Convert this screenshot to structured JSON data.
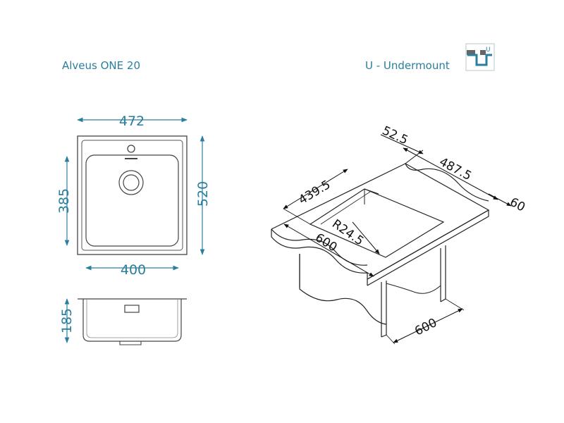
{
  "header": {
    "product_name": "Alveus ONE 20",
    "mount_type": "U - Undermount",
    "mount_icon_letter": "U"
  },
  "top_view": {
    "width": "472",
    "bowl_width": "400",
    "bowl_length": "385",
    "length": "520"
  },
  "side_view": {
    "depth": "185"
  },
  "installation_view": {
    "offset_back": "52.5",
    "cabinet_depth_opening": "487.5",
    "front_overhang": "60",
    "cutout_width": "439.5",
    "corner_radius": "R24.5",
    "counter_width": "600",
    "cabinet_width": "600"
  },
  "colors": {
    "dimension": "#2a7f9e",
    "outline": "#444444",
    "line": "#222222"
  }
}
